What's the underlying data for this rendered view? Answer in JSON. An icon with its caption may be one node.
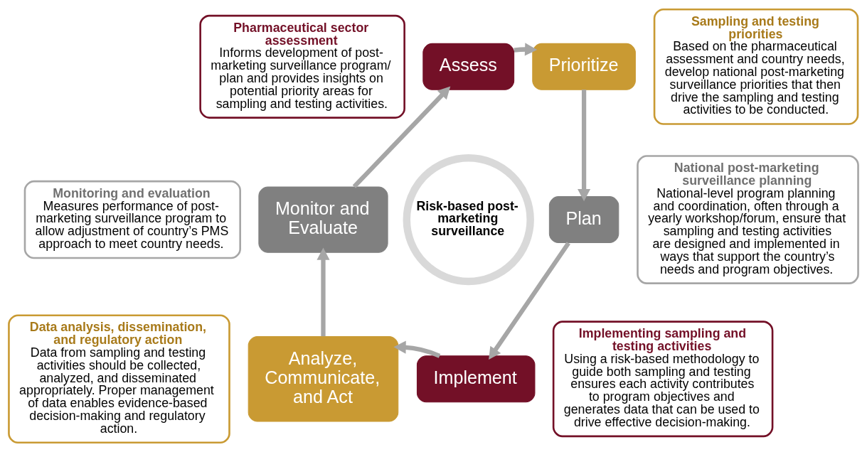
{
  "diagram": {
    "nodes": [
      {
        "text": [
          "Risk-based post-marketing surveillance"
        ]
      },
      {
        "text": [
          "Assess"
        ]
      },
      {
        "text": [
          "Prioritize"
        ]
      },
      {
        "text": [
          "Plan"
        ]
      },
      {
        "text": [
          "Implement"
        ]
      },
      {
        "text": [
          "Analyze, Communicate, and Act"
        ]
      },
      {
        "text": [
          "Monitor and Evaluate"
        ]
      },
      {
        "text": [
          "Pharmaceutical sector assessment",
          "Informs development of post-marketing surveillance program/ plan and provides insights on potential priority areas for sampling and testing activities."
        ]
      },
      {
        "text": [
          "Sampling and testing priorities",
          "Based on the pharmaceutical assessment and country needs, develop national post-marketing surveillance priorities that then drive the sampling and testing activities to be conducted."
        ]
      },
      {
        "text": [
          "National post-marketing surveillance planning",
          "National-level program planning and coordination, often through a yearly workshop/forum, ensure that sampling and testing activities are designed and implemented in ways that support the country’s needs and program objectives."
        ]
      },
      {
        "text": [
          "Implementing sampling and testing activities",
          "Using a risk-based methodology to guide both sampling and testing ensures each activity contributes to program objectives and generates data that can be used to drive effective decision-making."
        ]
      },
      {
        "text": [
          "Data analysis, dissemination, and regulatory action",
          "Data from sampling and testing activities should be collected, analyzed, and disseminated appropriately. Proper management of data enables evidence-based decision-making and regulatory action."
        ]
      },
      {
        "text": [
          "Monitoring and evaluation",
          "Measures performance of post-marketing surveillance program to allow adjustment of country’s PMS approach to meet country needs."
        ]
      }
    ],
    "edges": [
      {
        "from": 1,
        "to": 2,
        "arrow": "to"
      },
      {
        "from": 2,
        "to": 3,
        "arrow": "to"
      },
      {
        "from": 3,
        "to": 4,
        "arrow": "to"
      },
      {
        "from": 4,
        "to": 5,
        "arrow": "to"
      },
      {
        "from": 5,
        "to": 6,
        "arrow": "to"
      },
      {
        "from": 6,
        "to": 1,
        "arrow": "to"
      }
    ]
  }
}
